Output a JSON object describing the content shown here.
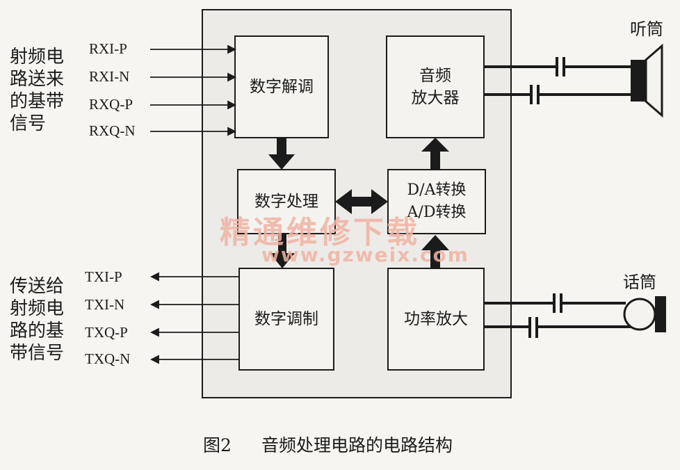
{
  "colors": {
    "line": "#1b1b1b",
    "panel": "#ecebe7",
    "block": "#f4f3ef",
    "watermark": "#f0b3a3"
  },
  "left_labels": {
    "input_group": "射频电路送来的基带信号",
    "output_group": "传送给射频电路的基带信号"
  },
  "inputs": [
    "RXI-P",
    "RXI-N",
    "RXQ-P",
    "RXQ-N"
  ],
  "outputs": [
    "TXI-P",
    "TXI-N",
    "TXQ-P",
    "TXQ-N"
  ],
  "blocks": {
    "demod": "数字解调",
    "process": "数字处理",
    "mod": "数字调制",
    "audio_amp_line1": "音频",
    "audio_amp_line2": "放大器",
    "da_ad_line1": "D/A转换",
    "da_ad_line2": "A/D转换",
    "power_amp": "功率放大"
  },
  "devices": {
    "earpiece": "听筒",
    "microphone": "话筒"
  },
  "watermark": {
    "text": "精通维修下载",
    "url": "www.gzweix.com"
  },
  "caption": {
    "figure": "图2",
    "title": "音频处理电路的电路结构"
  }
}
